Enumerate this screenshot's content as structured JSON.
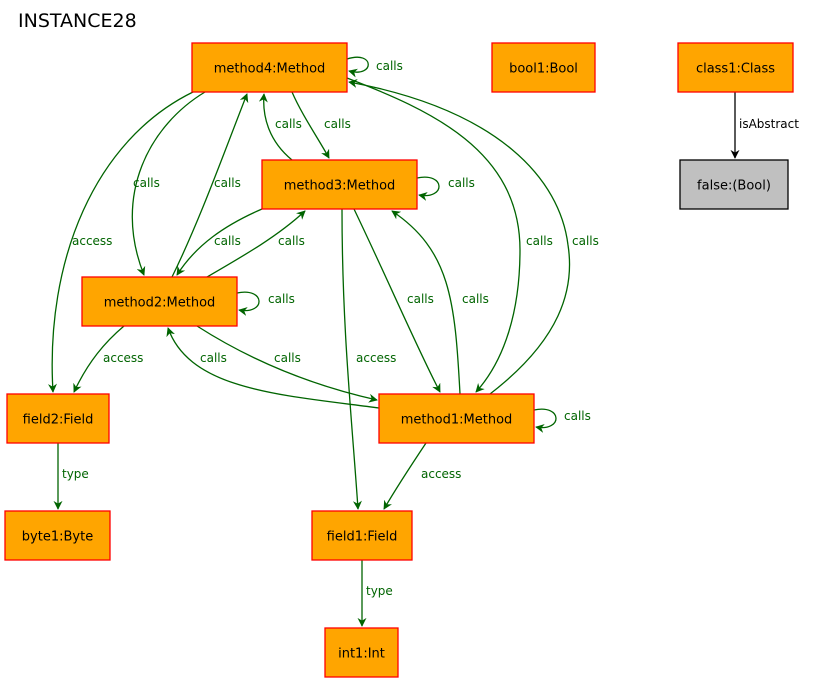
{
  "title": "INSTANCE28",
  "colors": {
    "node_fill": "#ffa500",
    "node_stroke": "#ff0000",
    "value_fill": "#c0c0c0",
    "value_stroke": "#000000",
    "edge": "#006400",
    "edge_black": "#000000"
  },
  "nodes": [
    {
      "id": "method4",
      "label": "method4:Method"
    },
    {
      "id": "bool1",
      "label": "bool1:Bool"
    },
    {
      "id": "class1",
      "label": "class1:Class"
    },
    {
      "id": "method3",
      "label": "method3:Method"
    },
    {
      "id": "false",
      "label": "false:(Bool)"
    },
    {
      "id": "method2",
      "label": "method2:Method"
    },
    {
      "id": "field2",
      "label": "field2:Field"
    },
    {
      "id": "method1",
      "label": "method1:Method"
    },
    {
      "id": "byte1",
      "label": "byte1:Byte"
    },
    {
      "id": "field1",
      "label": "field1:Field"
    },
    {
      "id": "int1",
      "label": "int1:Int"
    }
  ],
  "edges": [
    {
      "id": "m4-self",
      "from": "method4",
      "to": "method4",
      "label": "calls"
    },
    {
      "id": "m4-m3",
      "from": "method4",
      "to": "method3",
      "label": "calls"
    },
    {
      "id": "m3-m4",
      "from": "method3",
      "to": "method4",
      "label": "calls"
    },
    {
      "id": "m3-self",
      "from": "method3",
      "to": "method3",
      "label": "calls"
    },
    {
      "id": "m4-m2",
      "from": "method4",
      "to": "method2",
      "label": "calls"
    },
    {
      "id": "m2-m4",
      "from": "method2",
      "to": "method4",
      "label": "calls"
    },
    {
      "id": "m4-f2",
      "from": "method4",
      "to": "field2",
      "label": "access"
    },
    {
      "id": "m3-m2",
      "from": "method3",
      "to": "method2",
      "label": "calls"
    },
    {
      "id": "m2-m3",
      "from": "method2",
      "to": "method3",
      "label": "calls"
    },
    {
      "id": "m2-self",
      "from": "method2",
      "to": "method2",
      "label": "calls"
    },
    {
      "id": "m2-f2",
      "from": "method2",
      "to": "field2",
      "label": "access"
    },
    {
      "id": "m1-m2",
      "from": "method1",
      "to": "method2",
      "label": "calls"
    },
    {
      "id": "m2-m1",
      "from": "method2",
      "to": "method1",
      "label": "calls"
    },
    {
      "id": "m3-f1",
      "from": "method3",
      "to": "field1",
      "label": "access"
    },
    {
      "id": "m3-m1",
      "from": "method3",
      "to": "method1",
      "label": "calls"
    },
    {
      "id": "m1-m3",
      "from": "method1",
      "to": "method3",
      "label": "calls"
    },
    {
      "id": "m4-m1",
      "from": "method4",
      "to": "method1",
      "label": "calls"
    },
    {
      "id": "m1-m4",
      "from": "method1",
      "to": "method4",
      "label": "calls"
    },
    {
      "id": "m1-self",
      "from": "method1",
      "to": "method1",
      "label": "calls"
    },
    {
      "id": "m1-f1",
      "from": "method1",
      "to": "field1",
      "label": "access"
    },
    {
      "id": "f2-byte1",
      "from": "field2",
      "to": "byte1",
      "label": "type"
    },
    {
      "id": "f1-int1",
      "from": "field1",
      "to": "int1",
      "label": "type"
    },
    {
      "id": "class1-false",
      "from": "class1",
      "to": "false",
      "label": "isAbstract"
    }
  ]
}
